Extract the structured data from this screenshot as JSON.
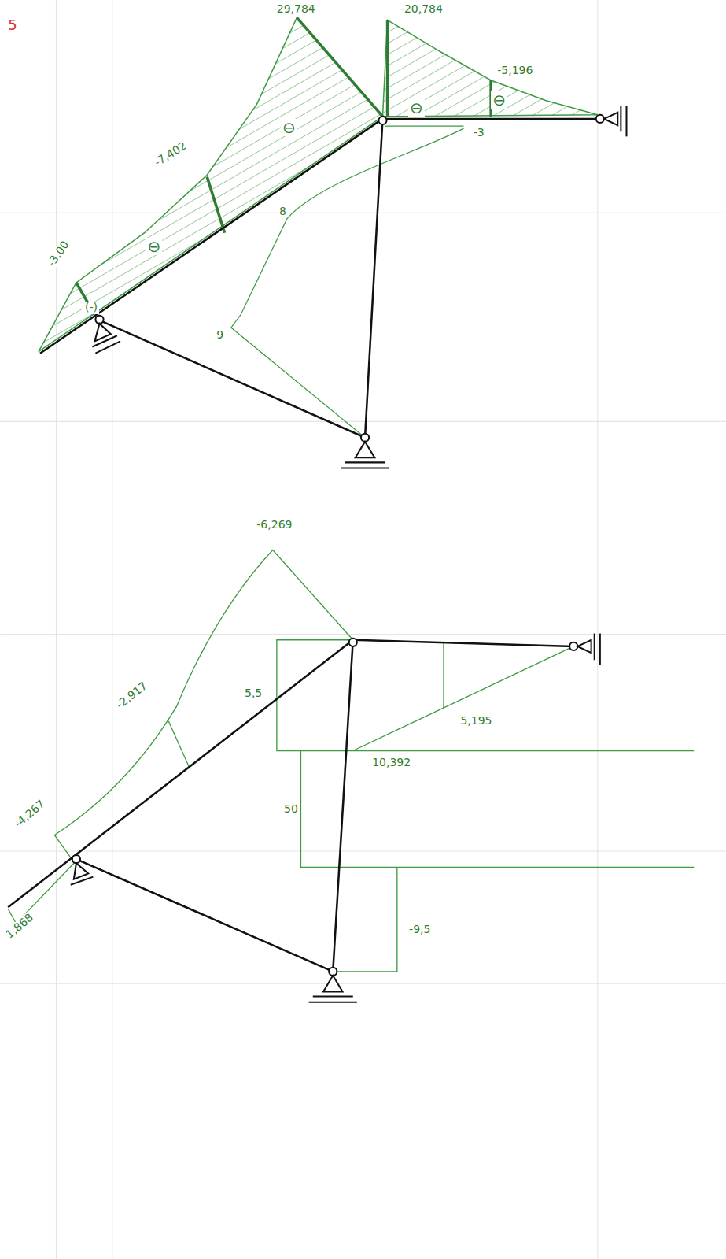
{
  "diagram": {
    "labels": [
      "5",
      "-29,784",
      "-20,784",
      "-5,196",
      "-3",
      "-7,402",
      "-3,00",
      "8",
      "9",
      "(-)",
      "⊖",
      "⊖",
      "⊖",
      "⊖",
      "-6,269",
      "-2,917",
      "5,5",
      "5,195",
      "10,392",
      "50",
      "-4,267",
      "1,868",
      "-9,5"
    ]
  }
}
